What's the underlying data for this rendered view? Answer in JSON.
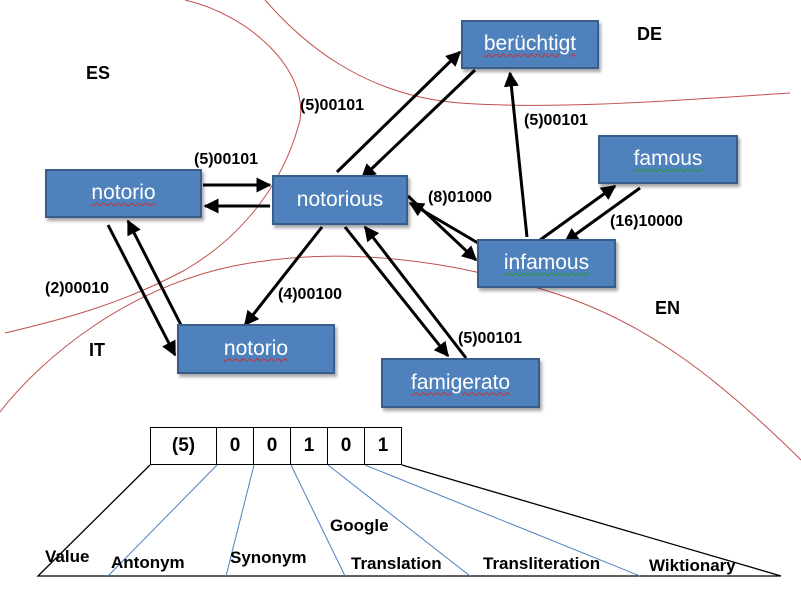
{
  "languages": {
    "es": "ES",
    "de": "DE",
    "it": "IT",
    "en": "EN"
  },
  "nodes": {
    "notorio_es": "notorio",
    "notorious": "notorious",
    "beruchtigt": "berüchtigt",
    "famous": "famous",
    "infamous": "infamous",
    "notorio_it": "notorio",
    "famigerato": "famigerato"
  },
  "edge_labels": {
    "notorio_notorious": "(5)00101",
    "notorious_beruchtigt": "(5)00101",
    "infamous_beruchtigt": "(5)00101",
    "notorious_infamous": "(8)01000",
    "infamous_famous": "(16)10000",
    "notorious_notorio_it": "(4)00100",
    "notorio_es_notorio_it": "(2)00010",
    "notorious_famigerato": "(5)00101"
  },
  "code_bar": {
    "cells": [
      "(5)",
      "0",
      "0",
      "1",
      "0",
      "1"
    ]
  },
  "code_legend": {
    "value": "Value",
    "antonym": "Antonym",
    "synonym": "Synonym",
    "google": "Google",
    "translation": "Translation",
    "transliteration": "Transliteration",
    "wiktionary": "Wiktionary"
  },
  "colors": {
    "node_fill": "#4f81bd",
    "node_border": "#385d8a",
    "region_line": "#c0504d",
    "legend_line": "#4f81bd"
  }
}
